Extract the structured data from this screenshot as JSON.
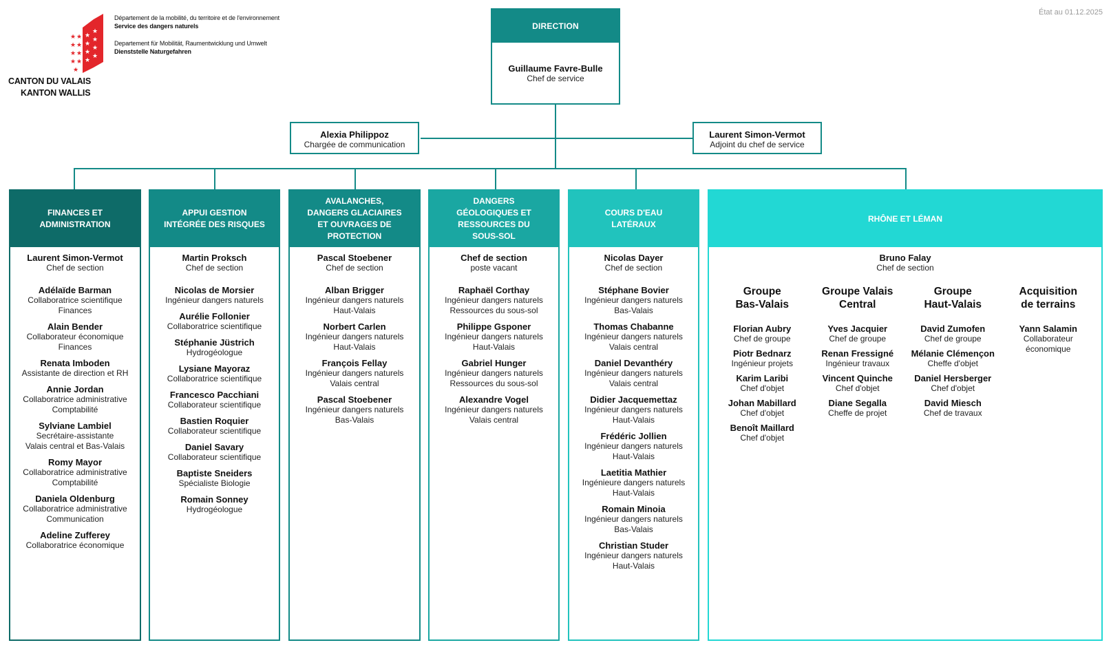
{
  "header": {
    "canton_fr": "CANTON DU VALAIS",
    "canton_de": "KANTON WALLIS",
    "dept_fr": "Département de la mobilité, du territoire et de l'environnement",
    "service_fr": "Service des dangers naturels",
    "dept_de": "Departement für Mobilität, Raumentwicklung und Umwelt",
    "service_de": "Dienststelle Naturgefahren",
    "date": "État au 01.12.2025"
  },
  "colors": {
    "teal_dark": "#0e6b68",
    "teal": "#138a87",
    "teal_mid": "#1aa7a2",
    "teal_light": "#21c3bd",
    "cyan": "#22d8d4",
    "flag_red": "#e3262b"
  },
  "direction": {
    "title": "DIRECTION",
    "name": "Guillaume Favre-Bulle",
    "role": "Chef de service"
  },
  "staff": [
    {
      "name": "Alexia Philippoz",
      "role": "Chargée de communication"
    },
    {
      "name": "Laurent Simon-Vermot",
      "role": "Adjoint du chef de service"
    }
  ],
  "columns": [
    {
      "title": "FINANCES ET\nADMINISTRATION",
      "people": [
        {
          "name": "Laurent Simon-Vermot",
          "role": "Chef de section"
        },
        {
          "name": "Adélaïde Barman",
          "role": "Collaboratrice scientifique\nFinances"
        },
        {
          "name": "Alain Bender",
          "role": "Collaborateur économique\nFinances"
        },
        {
          "name": "Renata Imboden",
          "role": "Assistante de direction et RH"
        },
        {
          "name": "Annie Jordan",
          "role": "Collaboratrice administrative\nComptabilité"
        },
        {
          "name": "Sylviane Lambiel",
          "role": "Secrétaire-assistante\nValais central et Bas-Valais"
        },
        {
          "name": "Romy Mayor",
          "role": "Collaboratrice administrative\nComptabilité"
        },
        {
          "name": "Daniela Oldenburg",
          "role": "Collaboratrice administrative\nCommunication"
        },
        {
          "name": "Adeline Zufferey",
          "role": "Collaboratrice économique"
        }
      ]
    },
    {
      "title": "APPUI GESTION\nINTÉGRÉE DES RISQUES",
      "people": [
        {
          "name": "Martin Proksch",
          "role": "Chef de section"
        },
        {
          "name": "Nicolas de Morsier",
          "role": "Ingénieur dangers naturels"
        },
        {
          "name": "Aurélie Follonier",
          "role": "Collaboratrice scientifique"
        },
        {
          "name": "Stéphanie Jüstrich",
          "role": "Hydrogéologue"
        },
        {
          "name": "Lysiane Mayoraz",
          "role": "Collaboratrice scientifique"
        },
        {
          "name": "Francesco Pacchiani",
          "role": "Collaborateur scientifique"
        },
        {
          "name": "Bastien Roquier",
          "role": "Collaborateur scientifique"
        },
        {
          "name": "Daniel Savary",
          "role": "Collaborateur scientifique"
        },
        {
          "name": "Baptiste Sneiders",
          "role": "Spécialiste Biologie"
        },
        {
          "name": "Romain Sonney",
          "role": "Hydrogéologue"
        }
      ]
    },
    {
      "title": "AVALANCHES,\nDANGERS GLACIAIRES\nET OUVRAGES DE\nPROTECTION",
      "people": [
        {
          "name": "Pascal Stoebener",
          "role": "Chef de section"
        },
        {
          "name": "Alban Brigger",
          "role": "Ingénieur dangers naturels\nHaut-Valais"
        },
        {
          "name": "Norbert Carlen",
          "role": "Ingénieur dangers naturels\nHaut-Valais"
        },
        {
          "name": "François Fellay",
          "role": "Ingénieur dangers naturels\nValais central"
        },
        {
          "name": "Pascal Stoebener",
          "role": "Ingénieur dangers naturels\nBas-Valais"
        }
      ]
    },
    {
      "title": "DANGERS\nGÉOLOGIQUES ET\nRESSOURCES DU\nSOUS-SOL",
      "people": [
        {
          "name": "Chef de section",
          "role": "poste vacant"
        },
        {
          "name": "Raphaël Corthay",
          "role": "Ingénieur dangers naturels\nRessources du sous-sol"
        },
        {
          "name": "Philippe Gsponer",
          "role": "Ingénieur dangers naturels\nHaut-Valais"
        },
        {
          "name": "Gabriel Hunger",
          "role": "Ingénieur dangers naturels\nRessources du sous-sol"
        },
        {
          "name": "Alexandre Vogel",
          "role": "Ingénieur dangers naturels\nValais central"
        }
      ]
    },
    {
      "title": "COURS D'EAU\nLATÉRAUX",
      "people": [
        {
          "name": "Nicolas Dayer",
          "role": "Chef de section"
        },
        {
          "name": "Stéphane Bovier",
          "role": "Ingénieur dangers naturels\nBas-Valais"
        },
        {
          "name": "Thomas Chabanne",
          "role": "Ingénieur dangers naturels\nValais central"
        },
        {
          "name": "Daniel Devanthéry",
          "role": "Ingénieur dangers naturels\nValais central"
        },
        {
          "name": "Didier Jacquemettaz",
          "role": "Ingénieur dangers naturels\nHaut-Valais"
        },
        {
          "name": "Frédéric Jollien",
          "role": "Ingénieur dangers naturels\nHaut-Valais"
        },
        {
          "name": "Laetitia Mathier",
          "role": "Ingénieure dangers naturels\nHaut-Valais"
        },
        {
          "name": "Romain Minoia",
          "role": "Ingénieur dangers naturels\nBas-Valais"
        },
        {
          "name": "Christian Studer",
          "role": "Ingénieur dangers naturels\nHaut-Valais"
        }
      ]
    },
    {
      "title": "RHÔNE ET LÉMAN",
      "people": [
        {
          "name": "Bruno Falay",
          "role": "Chef de section"
        }
      ],
      "groups": [
        {
          "title": "Groupe\nBas-Valais",
          "people": [
            {
              "name": "Florian Aubry",
              "role": "Chef de groupe"
            },
            {
              "name": "Piotr Bednarz",
              "role": "Ingénieur projets"
            },
            {
              "name": "Karim Laribi",
              "role": "Chef d'objet"
            },
            {
              "name": "Johan Mabillard",
              "role": "Chef d'objet"
            },
            {
              "name": "Benoît Maillard",
              "role": "Chef d'objet"
            }
          ]
        },
        {
          "title": "Groupe Valais\nCentral",
          "people": [
            {
              "name": "Yves Jacquier",
              "role": "Chef de groupe"
            },
            {
              "name": "Renan Fressigné",
              "role": "Ingénieur travaux"
            },
            {
              "name": "Vincent Quinche",
              "role": "Chef d'objet"
            },
            {
              "name": "Diane Segalla",
              "role": "Cheffe de projet"
            }
          ]
        },
        {
          "title": "Groupe\nHaut-Valais",
          "people": [
            {
              "name": "David Zumofen",
              "role": "Chef de groupe"
            },
            {
              "name": "Mélanie Clémençon",
              "role": "Cheffe d'objet"
            },
            {
              "name": "Daniel Hersberger",
              "role": "Chef d'objet"
            },
            {
              "name": "David Miesch",
              "role": "Chef de travaux"
            }
          ]
        },
        {
          "title": "Acquisition\nde terrains",
          "people": [
            {
              "name": "Yann Salamin",
              "role": "Collaborateur\néconomique"
            }
          ]
        }
      ]
    }
  ]
}
